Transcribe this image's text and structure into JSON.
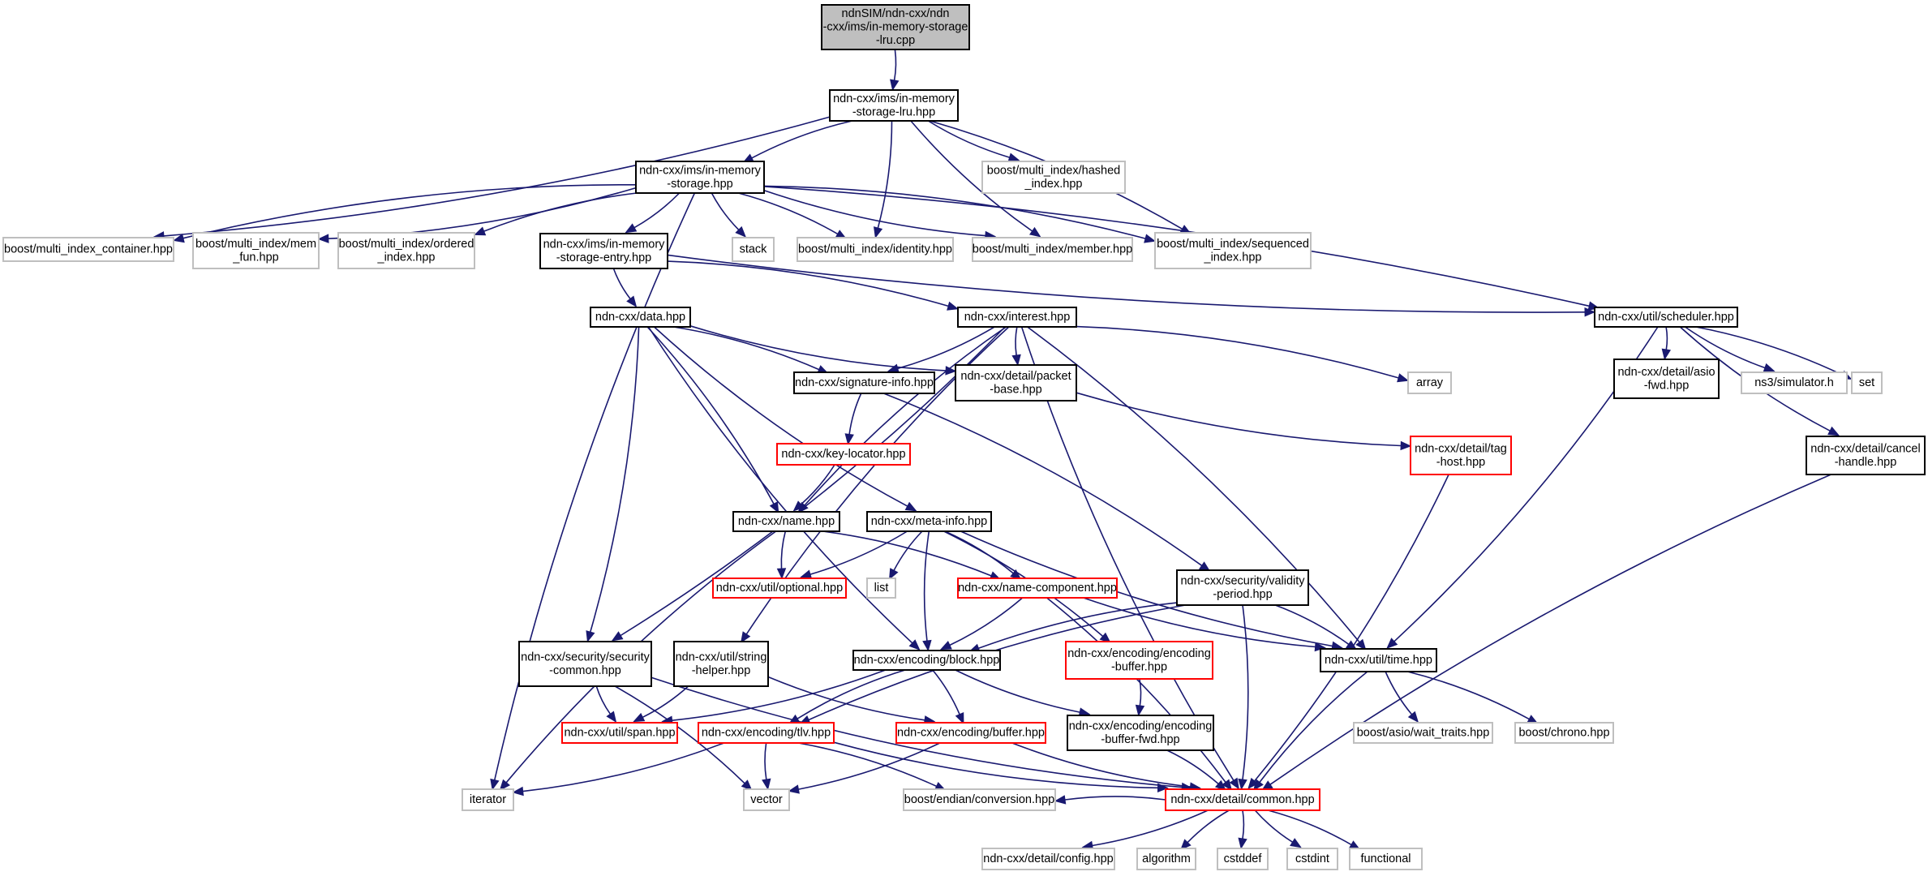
{
  "title": "Include dependency graph for ndnSIM/ndn-cxx/ndn-cxx/ims/in-memory-storage-lru.cpp",
  "colors": {
    "edge": "#191970",
    "root_fill": "#bfbfbf",
    "documented_border": "#000000",
    "external_border": "#bfbfbf",
    "truncated_border": "#ff0000"
  },
  "nodes": [
    {
      "id": "root",
      "kind": "root",
      "lines": [
        "ndnSIM/ndn-cxx/ndn",
        "-cxx/ims/in-memory-storage",
        "-lru.cpp"
      ]
    },
    {
      "id": "lru",
      "kind": "doc",
      "lines": [
        "ndn-cxx/ims/in-memory",
        "-storage-lru.hpp"
      ]
    },
    {
      "id": "storage",
      "kind": "doc",
      "lines": [
        "ndn-cxx/ims/in-memory",
        "-storage.hpp"
      ]
    },
    {
      "id": "hashed",
      "kind": "ext",
      "lines": [
        "boost/multi_index/hashed",
        "_index.hpp"
      ]
    },
    {
      "id": "mic",
      "kind": "ext",
      "lines": [
        "boost/multi_index_container.hpp"
      ]
    },
    {
      "id": "memfun",
      "kind": "ext",
      "lines": [
        "boost/multi_index/mem",
        "_fun.hpp"
      ]
    },
    {
      "id": "ordered",
      "kind": "ext",
      "lines": [
        "boost/multi_index/ordered",
        "_index.hpp"
      ]
    },
    {
      "id": "entry",
      "kind": "doc",
      "lines": [
        "ndn-cxx/ims/in-memory",
        "-storage-entry.hpp"
      ]
    },
    {
      "id": "stack",
      "kind": "ext",
      "lines": [
        "stack"
      ]
    },
    {
      "id": "identity",
      "kind": "ext",
      "lines": [
        "boost/multi_index/identity.hpp"
      ]
    },
    {
      "id": "member",
      "kind": "ext",
      "lines": [
        "boost/multi_index/member.hpp"
      ]
    },
    {
      "id": "sequenced",
      "kind": "ext",
      "lines": [
        "boost/multi_index/sequenced",
        "_index.hpp"
      ]
    },
    {
      "id": "data",
      "kind": "doc",
      "lines": [
        "ndn-cxx/data.hpp"
      ]
    },
    {
      "id": "interest",
      "kind": "doc",
      "lines": [
        "ndn-cxx/interest.hpp"
      ]
    },
    {
      "id": "scheduler",
      "kind": "doc",
      "lines": [
        "ndn-cxx/util/scheduler.hpp"
      ]
    },
    {
      "id": "sig",
      "kind": "doc",
      "lines": [
        "ndn-cxx/signature-info.hpp"
      ]
    },
    {
      "id": "packet",
      "kind": "doc",
      "lines": [
        "ndn-cxx/detail/packet",
        "-base.hpp"
      ]
    },
    {
      "id": "array",
      "kind": "ext",
      "lines": [
        "array"
      ]
    },
    {
      "id": "asio",
      "kind": "doc",
      "lines": [
        "ndn-cxx/detail/asio",
        "-fwd.hpp"
      ]
    },
    {
      "id": "ns3",
      "kind": "ext",
      "lines": [
        "ns3/simulator.h"
      ]
    },
    {
      "id": "set",
      "kind": "ext",
      "lines": [
        "set"
      ]
    },
    {
      "id": "keyloc",
      "kind": "trunc",
      "lines": [
        "ndn-cxx/key-locator.hpp"
      ]
    },
    {
      "id": "taghost",
      "kind": "trunc",
      "lines": [
        "ndn-cxx/detail/tag",
        "-host.hpp"
      ]
    },
    {
      "id": "cancel",
      "kind": "doc",
      "lines": [
        "ndn-cxx/detail/cancel",
        "-handle.hpp"
      ]
    },
    {
      "id": "name",
      "kind": "doc",
      "lines": [
        "ndn-cxx/name.hpp"
      ]
    },
    {
      "id": "meta",
      "kind": "doc",
      "lines": [
        "ndn-cxx/meta-info.hpp"
      ]
    },
    {
      "id": "optional",
      "kind": "trunc",
      "lines": [
        "ndn-cxx/util/optional.hpp"
      ]
    },
    {
      "id": "list",
      "kind": "ext",
      "lines": [
        "list"
      ]
    },
    {
      "id": "namecomp",
      "kind": "trunc",
      "lines": [
        "ndn-cxx/name-component.hpp"
      ]
    },
    {
      "id": "validity",
      "kind": "doc",
      "lines": [
        "ndn-cxx/security/validity",
        "-period.hpp"
      ]
    },
    {
      "id": "seccommon",
      "kind": "doc",
      "lines": [
        "ndn-cxx/security/security",
        "-common.hpp"
      ]
    },
    {
      "id": "strhelper",
      "kind": "doc",
      "lines": [
        "ndn-cxx/util/string",
        "-helper.hpp"
      ]
    },
    {
      "id": "block",
      "kind": "doc",
      "lines": [
        "ndn-cxx/encoding/block.hpp"
      ]
    },
    {
      "id": "encbuf",
      "kind": "trunc",
      "lines": [
        "ndn-cxx/encoding/encoding",
        "-buffer.hpp"
      ]
    },
    {
      "id": "time",
      "kind": "doc",
      "lines": [
        "ndn-cxx/util/time.hpp"
      ]
    },
    {
      "id": "span",
      "kind": "trunc",
      "lines": [
        "ndn-cxx/util/span.hpp"
      ]
    },
    {
      "id": "tlv",
      "kind": "trunc",
      "lines": [
        "ndn-cxx/encoding/tlv.hpp"
      ]
    },
    {
      "id": "buffer",
      "kind": "trunc",
      "lines": [
        "ndn-cxx/encoding/buffer.hpp"
      ]
    },
    {
      "id": "bufferfwd",
      "kind": "doc",
      "lines": [
        "ndn-cxx/encoding/encoding",
        "-buffer-fwd.hpp"
      ]
    },
    {
      "id": "wait",
      "kind": "ext",
      "lines": [
        "boost/asio/wait_traits.hpp"
      ]
    },
    {
      "id": "chrono",
      "kind": "ext",
      "lines": [
        "boost/chrono.hpp"
      ]
    },
    {
      "id": "iterator",
      "kind": "ext",
      "lines": [
        "iterator"
      ]
    },
    {
      "id": "vector",
      "kind": "ext",
      "lines": [
        "vector"
      ]
    },
    {
      "id": "endian",
      "kind": "ext",
      "lines": [
        "boost/endian/conversion.hpp"
      ]
    },
    {
      "id": "common",
      "kind": "trunc",
      "lines": [
        "ndn-cxx/detail/common.hpp"
      ]
    },
    {
      "id": "config",
      "kind": "ext",
      "lines": [
        "ndn-cxx/detail/config.hpp"
      ]
    },
    {
      "id": "algorithm",
      "kind": "ext",
      "lines": [
        "algorithm"
      ]
    },
    {
      "id": "cstddef",
      "kind": "ext",
      "lines": [
        "cstddef"
      ]
    },
    {
      "id": "cstdint",
      "kind": "ext",
      "lines": [
        "cstdint"
      ]
    },
    {
      "id": "functional",
      "kind": "ext",
      "lines": [
        "functional"
      ]
    }
  ],
  "edges": [
    [
      "root",
      "lru"
    ],
    [
      "lru",
      "storage"
    ],
    [
      "lru",
      "mic"
    ],
    [
      "lru",
      "hashed"
    ],
    [
      "lru",
      "identity"
    ],
    [
      "lru",
      "member"
    ],
    [
      "lru",
      "sequenced"
    ],
    [
      "storage",
      "mic"
    ],
    [
      "storage",
      "memfun"
    ],
    [
      "storage",
      "ordered"
    ],
    [
      "storage",
      "entry"
    ],
    [
      "storage",
      "stack"
    ],
    [
      "storage",
      "identity"
    ],
    [
      "storage",
      "member"
    ],
    [
      "storage",
      "sequenced"
    ],
    [
      "storage",
      "iterator"
    ],
    [
      "storage",
      "scheduler"
    ],
    [
      "entry",
      "data"
    ],
    [
      "entry",
      "interest"
    ],
    [
      "entry",
      "scheduler"
    ],
    [
      "data",
      "sig"
    ],
    [
      "data",
      "packet"
    ],
    [
      "data",
      "name"
    ],
    [
      "data",
      "meta"
    ],
    [
      "data",
      "seccommon"
    ],
    [
      "data",
      "block"
    ],
    [
      "interest",
      "sig"
    ],
    [
      "interest",
      "packet"
    ],
    [
      "interest",
      "array"
    ],
    [
      "interest",
      "name"
    ],
    [
      "interest",
      "seccommon"
    ],
    [
      "interest",
      "strhelper"
    ],
    [
      "interest",
      "time"
    ],
    [
      "interest",
      "common"
    ],
    [
      "scheduler",
      "asio"
    ],
    [
      "scheduler",
      "ns3"
    ],
    [
      "scheduler",
      "set"
    ],
    [
      "scheduler",
      "cancel"
    ],
    [
      "scheduler",
      "time"
    ],
    [
      "sig",
      "keyloc"
    ],
    [
      "sig",
      "validity"
    ],
    [
      "packet",
      "taghost"
    ],
    [
      "taghost",
      "common"
    ],
    [
      "cancel",
      "common"
    ],
    [
      "keyloc",
      "name"
    ],
    [
      "name",
      "optional"
    ],
    [
      "name",
      "namecomp"
    ],
    [
      "name",
      "iterator"
    ],
    [
      "meta",
      "optional"
    ],
    [
      "meta",
      "list"
    ],
    [
      "meta",
      "namecomp"
    ],
    [
      "meta",
      "block"
    ],
    [
      "meta",
      "encbuf"
    ],
    [
      "meta",
      "time"
    ],
    [
      "namecomp",
      "block"
    ],
    [
      "namecomp",
      "time"
    ],
    [
      "namecomp",
      "common"
    ],
    [
      "validity",
      "block"
    ],
    [
      "validity",
      "time"
    ],
    [
      "validity",
      "tlv"
    ],
    [
      "validity",
      "common"
    ],
    [
      "seccommon",
      "span"
    ],
    [
      "seccommon",
      "vector"
    ],
    [
      "seccommon",
      "common"
    ],
    [
      "strhelper",
      "span"
    ],
    [
      "strhelper",
      "buffer"
    ],
    [
      "block",
      "span"
    ],
    [
      "block",
      "tlv"
    ],
    [
      "block",
      "buffer"
    ],
    [
      "block",
      "bufferfwd"
    ],
    [
      "encbuf",
      "bufferfwd"
    ],
    [
      "time",
      "wait"
    ],
    [
      "time",
      "chrono"
    ],
    [
      "time",
      "common"
    ],
    [
      "tlv",
      "iterator"
    ],
    [
      "tlv",
      "vector"
    ],
    [
      "tlv",
      "endian"
    ],
    [
      "tlv",
      "common"
    ],
    [
      "buffer",
      "vector"
    ],
    [
      "buffer",
      "common"
    ],
    [
      "bufferfwd",
      "common"
    ],
    [
      "common",
      "endian"
    ],
    [
      "common",
      "config"
    ],
    [
      "common",
      "algorithm"
    ],
    [
      "common",
      "cstddef"
    ],
    [
      "common",
      "cstdint"
    ],
    [
      "common",
      "functional"
    ]
  ]
}
